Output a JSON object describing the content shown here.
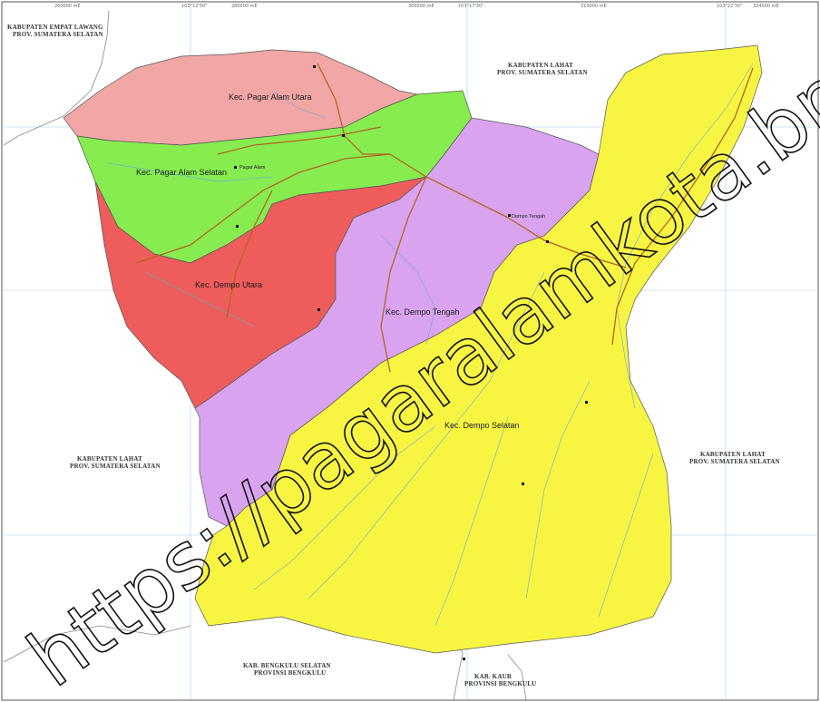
{
  "colors": {
    "pagar_alam_utara": "#f2a6a6",
    "pagar_alam_selatan": "#86ec50",
    "dempo_utara": "#ee5c5c",
    "dempo_tengah": "#d9a3f0",
    "dempo_selatan": "#f7f542",
    "road": "#b5651d",
    "river": "#6fa8dc",
    "grid": "#9fd0e6"
  },
  "districts": {
    "pagar_alam_utara": "Kec. Pagar Alam Utara",
    "pagar_alam_selatan": "Kec. Pagar Alam Selatan",
    "dempo_utara": "Kec. Dempo Utara",
    "dempo_tengah": "Kec. Dempo Tengah",
    "dempo_selatan": "Kec. Dempo Selatan"
  },
  "neighbors": {
    "empat_lawang_1": "KABUPATEN EMPAT LAWANG",
    "empat_lawang_2": "PROV. SUMATERA SELATAN",
    "lahat_north_1": "KABUPATEN LAHAT",
    "lahat_north_2": "PROV. SUMATERA SELATAN",
    "lahat_west_1": "KABUPATEN LAHAT",
    "lahat_west_2": "PROV. SUMATERA SELATAN",
    "lahat_east_1": "KABUPATEN LAHAT",
    "lahat_east_2": "PROV. SUMATERA SELATAN",
    "bengkulu_selatan_1": "KAB. BENGKULU SELATAN",
    "bengkulu_selatan_2": "PROVINSI BENGKULU",
    "kaur_1": "KAB. KAUR",
    "kaur_2": "PROVINSI BENGKULU"
  },
  "places": {
    "pagar_alam": "Pagar Alam",
    "dempo_tengah_town": "Dempo Tengah",
    "dempo_selatan_label": "Kec. Dempo Selatan"
  },
  "coords_top": [
    "260000 mE",
    "103°12'30\"",
    "280000 mE",
    "300000 mE",
    "103°17'30\"",
    "310000 mE",
    "103°22'30\"",
    "324000 mE"
  ],
  "watermark": "https://pagaralamkota.bps.go.id/"
}
